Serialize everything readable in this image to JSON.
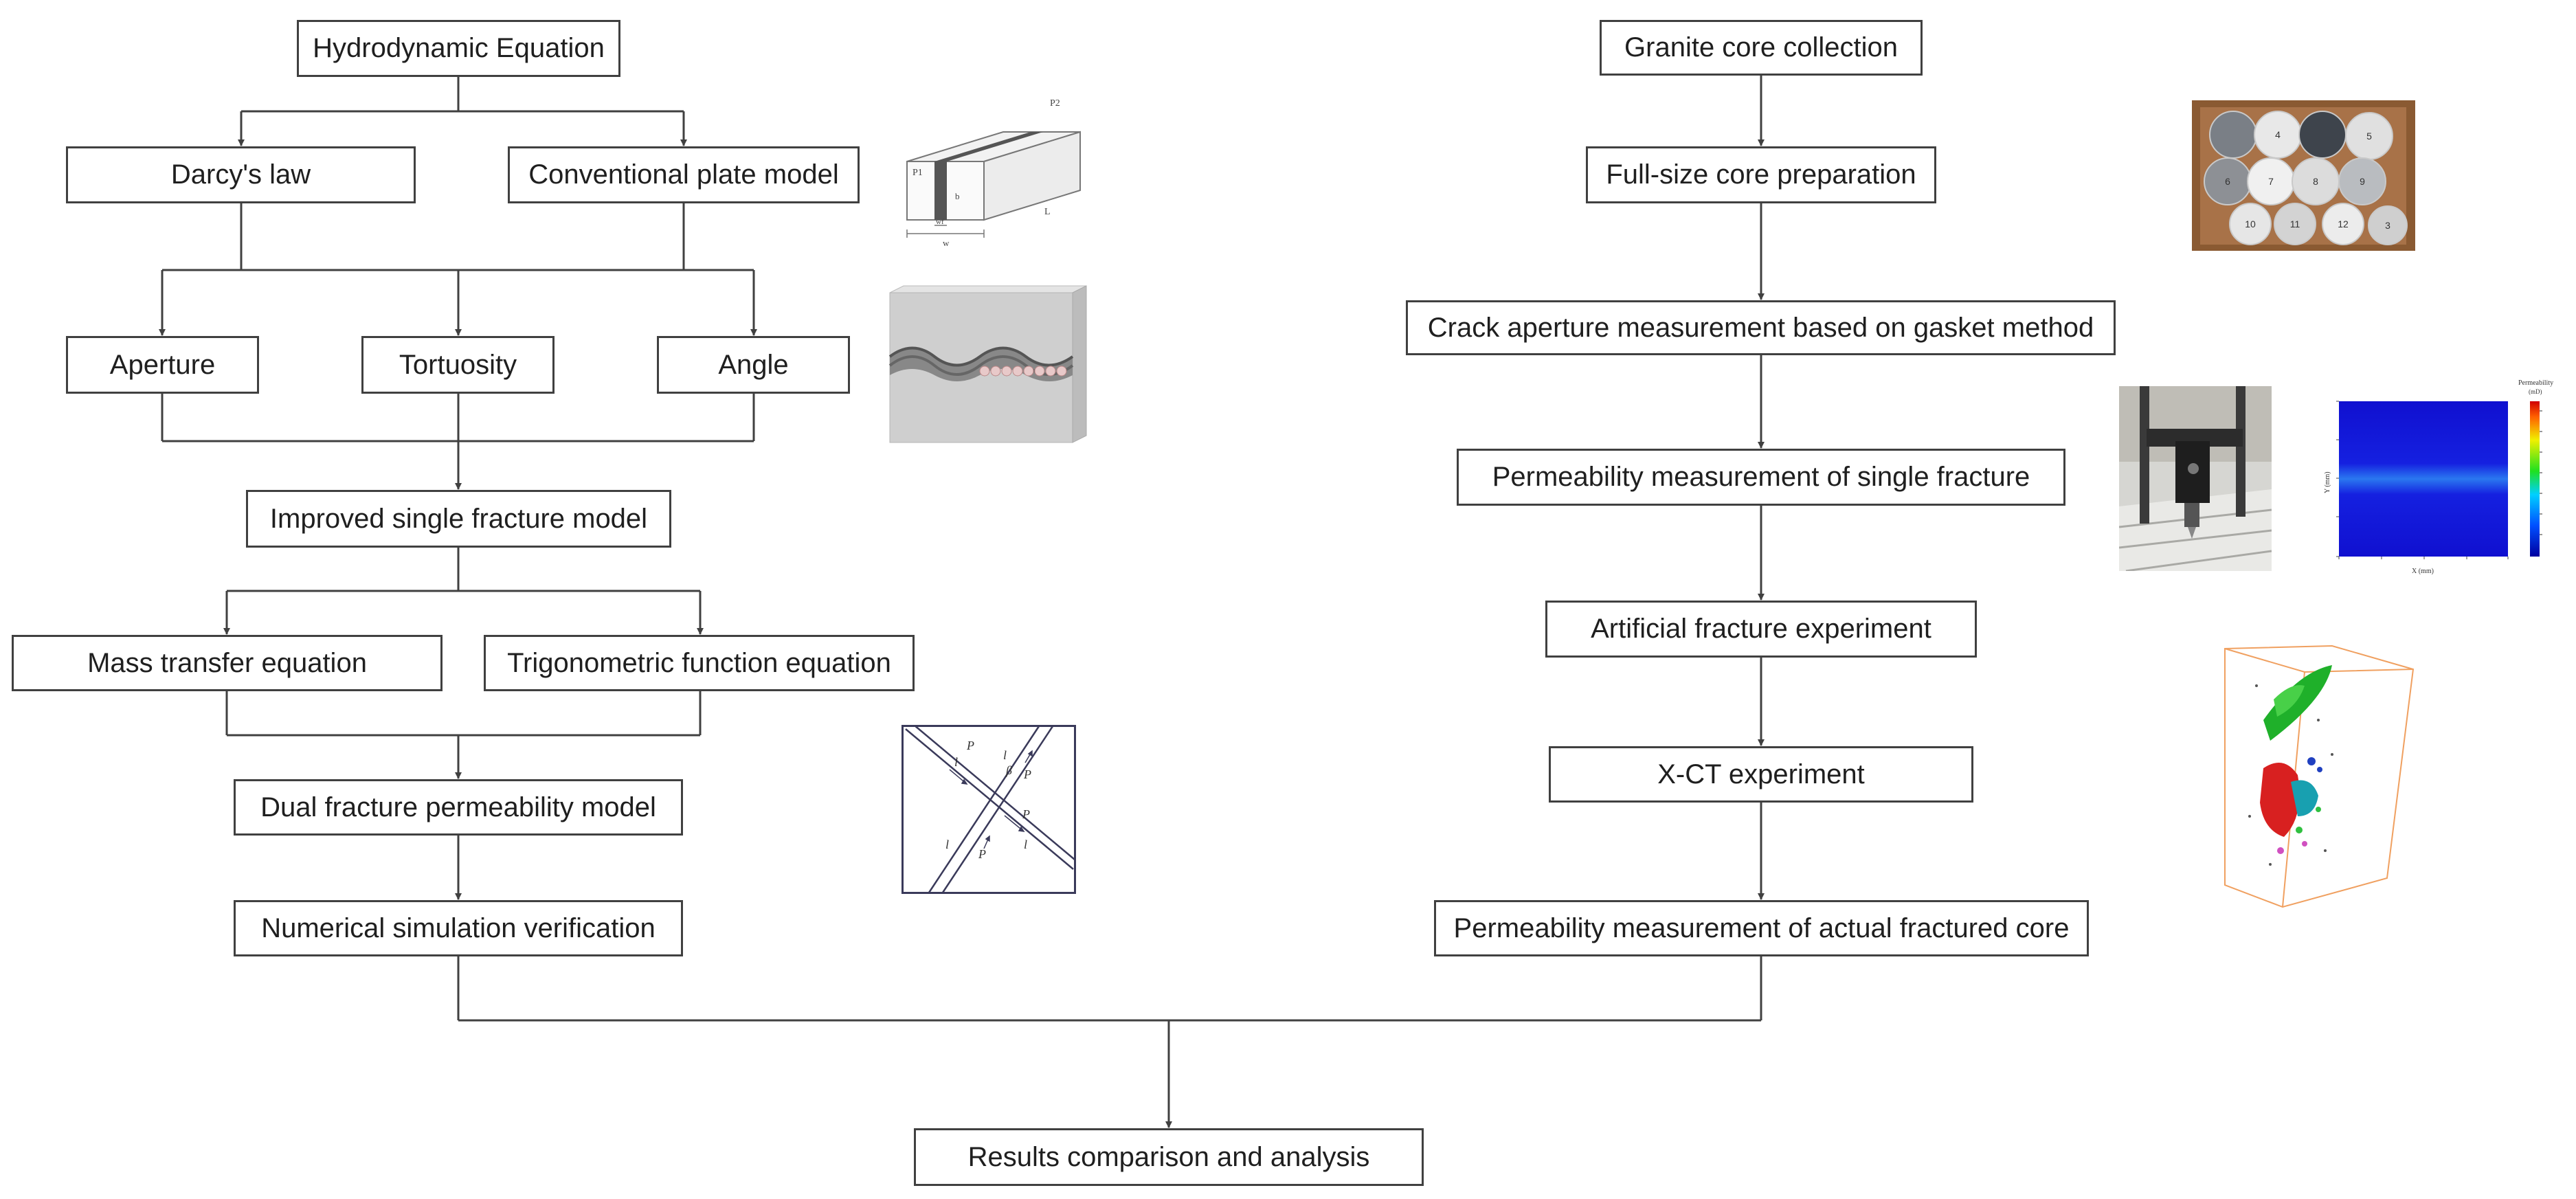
{
  "left_flow": {
    "hydrodynamic": "Hydrodynamic Equation",
    "darcy": "Darcy's law",
    "plate": "Conventional plate model",
    "aperture": "Aperture",
    "tortuosity": "Tortuosity",
    "angle": "Angle",
    "improved": "Improved single fracture model",
    "mass_transfer": "Mass transfer equation",
    "trig": "Trigonometric function equation",
    "dual": "Dual fracture permeability model",
    "numerical": "Numerical simulation verification"
  },
  "right_flow": {
    "granite": "Granite core collection",
    "fullsize": "Full-size core preparation",
    "crack": "Crack aperture measurement based on gasket method",
    "perm_single": "Permeability measurement of single fracture",
    "artificial": "Artificial fracture experiment",
    "xct": "X-CT experiment",
    "perm_actual": "Permeability measurement of actual fractured core"
  },
  "results": "Results comparison and analysis",
  "plate_labels": {
    "p1": "P1",
    "p2": "P2",
    "b": "b",
    "L": "L",
    "wf": "wf",
    "w": "w"
  },
  "dual_labels": {
    "pf1a": "P",
    "pf1b": "P",
    "lf1a": "l",
    "lf1b": "l",
    "pf2a": "P",
    "pf2b": "P",
    "lf2a": "l",
    "lf2b": "l",
    "beta": "β"
  },
  "heatmap": {
    "title": "Permeability",
    "unit": "(mD)",
    "xlabel": "X (mm)",
    "ylabel": "Y (mm)"
  },
  "core_labels": [
    "4",
    "5",
    "6",
    "7",
    "8",
    "9",
    "10",
    "11",
    "12",
    "3"
  ],
  "colors": {
    "box_border": "#404040",
    "line": "#404040",
    "text": "#1f1f1f"
  },
  "icons": [
    "plate-model-figure",
    "corrugated-fracture-figure",
    "core-box-photo",
    "gasket-apparatus-photo",
    "permeability-heatmap",
    "dual-fracture-diagram",
    "xct-volume-render"
  ]
}
